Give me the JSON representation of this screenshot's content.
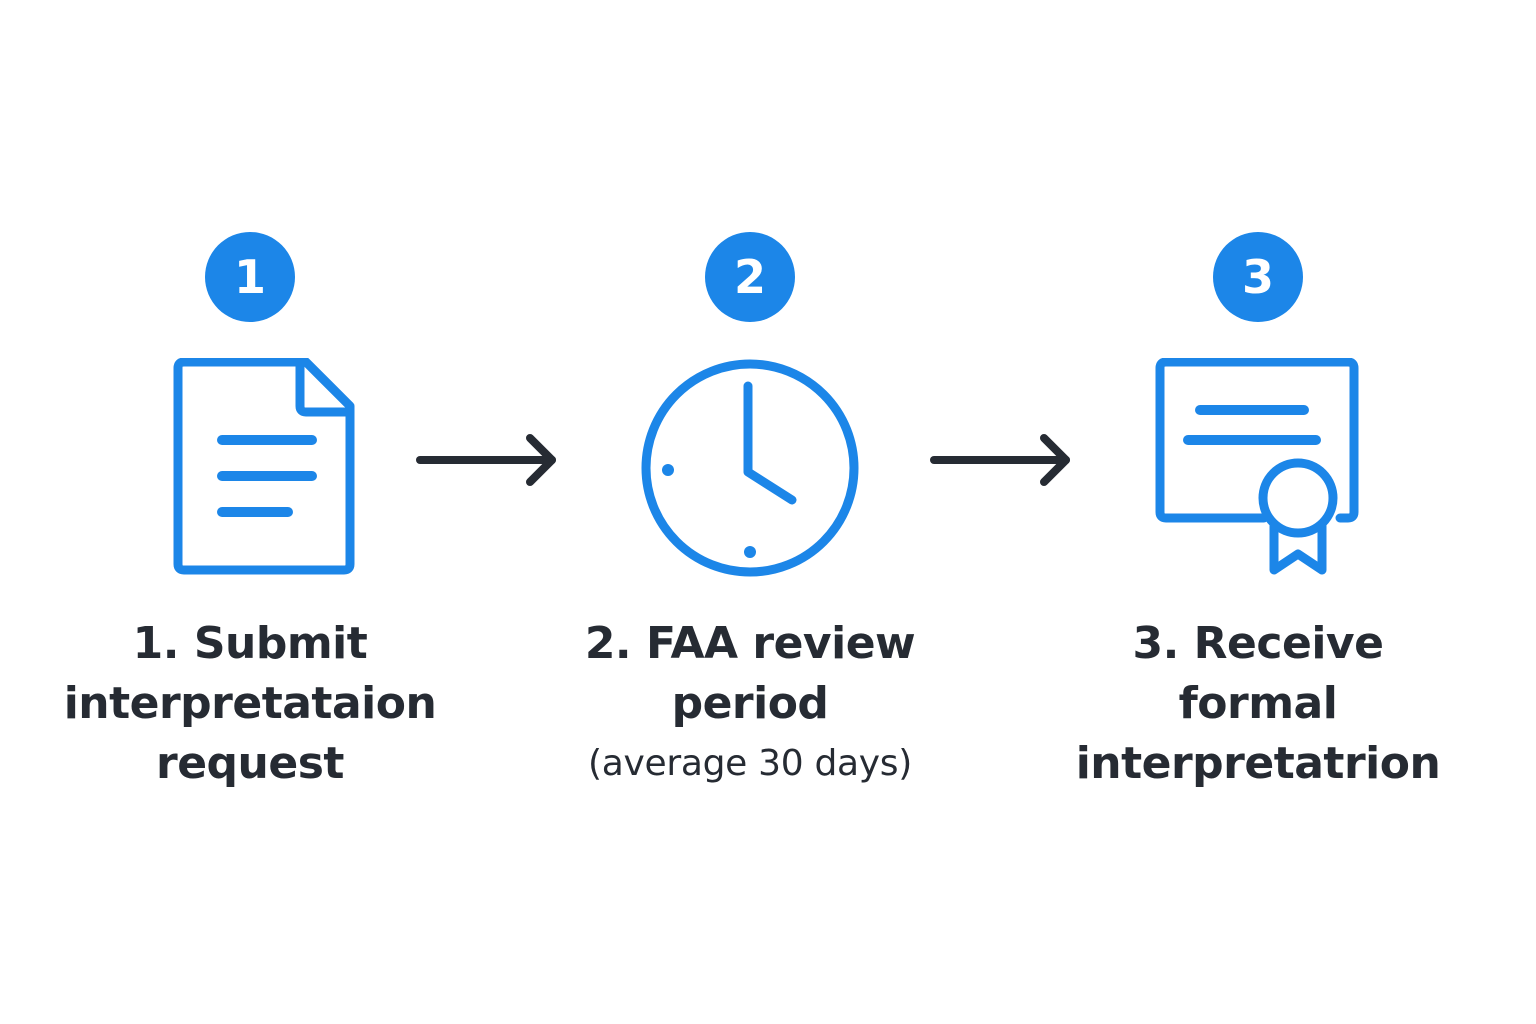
{
  "colors": {
    "accent": "#1c86e8",
    "text": "#262b33",
    "arrow": "#262b33",
    "background": "#ffffff"
  },
  "steps": [
    {
      "badge": "1",
      "icon": "document-icon",
      "label_lines": [
        "1. Submit",
        "interpretataion",
        "request"
      ]
    },
    {
      "badge": "2",
      "icon": "clock-icon",
      "label_lines": [
        "2. FAA review",
        "period"
      ],
      "sublabel": "(average 30 days)"
    },
    {
      "badge": "3",
      "icon": "certificate-icon",
      "label_lines": [
        "3. Receive",
        "formal",
        "interpretatrion"
      ]
    }
  ],
  "connectors": [
    {
      "icon": "arrow-right-icon"
    },
    {
      "icon": "arrow-right-icon"
    }
  ]
}
